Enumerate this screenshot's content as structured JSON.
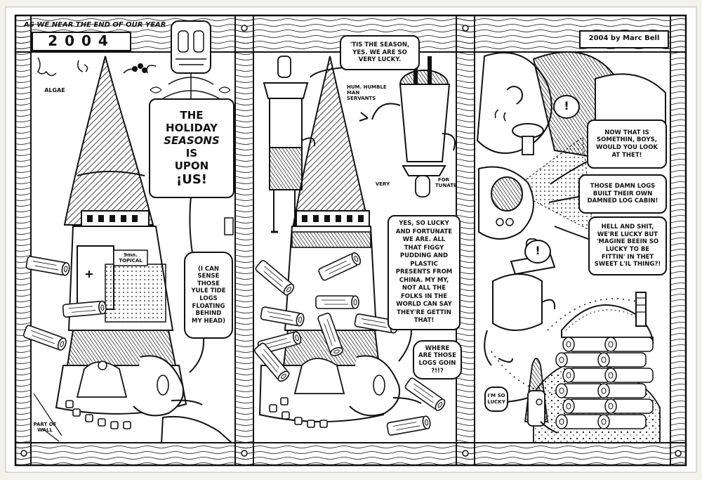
{
  "header": {
    "caption": "AS WE NEAR THE END OF OUR YEAR",
    "year": "2004",
    "credit": "2004 by Marc Bell"
  },
  "panel1": {
    "algae_label": "ALGAE",
    "holiday_line1": "THE HOLIDAY",
    "holiday_line2": "SEASONS",
    "holiday_line3": "IS",
    "holiday_line4": "UPON",
    "holiday_line5": "¡US!",
    "sense_bubble": "(I CAN SENSE THOSE YULE TIDE LOGS FLOATING BEHIND MY HEAD)",
    "tag_label": "9mn. TOPICAL",
    "wall_label": "PART OF WALL"
  },
  "panel2": {
    "tis_bubble": "'TIS THE SEASON, YES. WE ARE SO VERY LUCKY.",
    "servants_label": "HUM. HUMBLE MAN SERVANTS",
    "very_label": "VERY",
    "fortunate_label": "FOR TUNATE",
    "lucky_bubble": "YES, SO LUCKY AND FORTUNATE WE ARE. ALL THAT FIGGY PUDDING AND PLASTIC PRESENTS FROM CHINA. MY MY, NOT ALL THE FOLKS IN THE WORLD CAN SAY THEY'RE GETTIN THAT!",
    "where_bubble": "WHERE ARE THOSE LOGS GOIN ?!!?"
  },
  "panel3": {
    "bubble1": "NOW THAT IS SOMETHIN, BOYS, WOULD YOU LOOK AT THET!",
    "bubble2": "THOSE DAMN LOGS BUILT THEIR OWN DAMNED LOG CABIN!",
    "bubble3": "HELL AND SHIT, WE'RE LUCKY BUT 'MAGINE BEEIN SO LUCKY TO BE FITTIN' IN THET SWEET L'IL THING?!",
    "exclaim": "!",
    "so_lucky": "I'M SO LUCKY"
  },
  "colors": {
    "ink": "#111111",
    "paper": "#f4f2ec",
    "bubble": "#ffffff"
  }
}
